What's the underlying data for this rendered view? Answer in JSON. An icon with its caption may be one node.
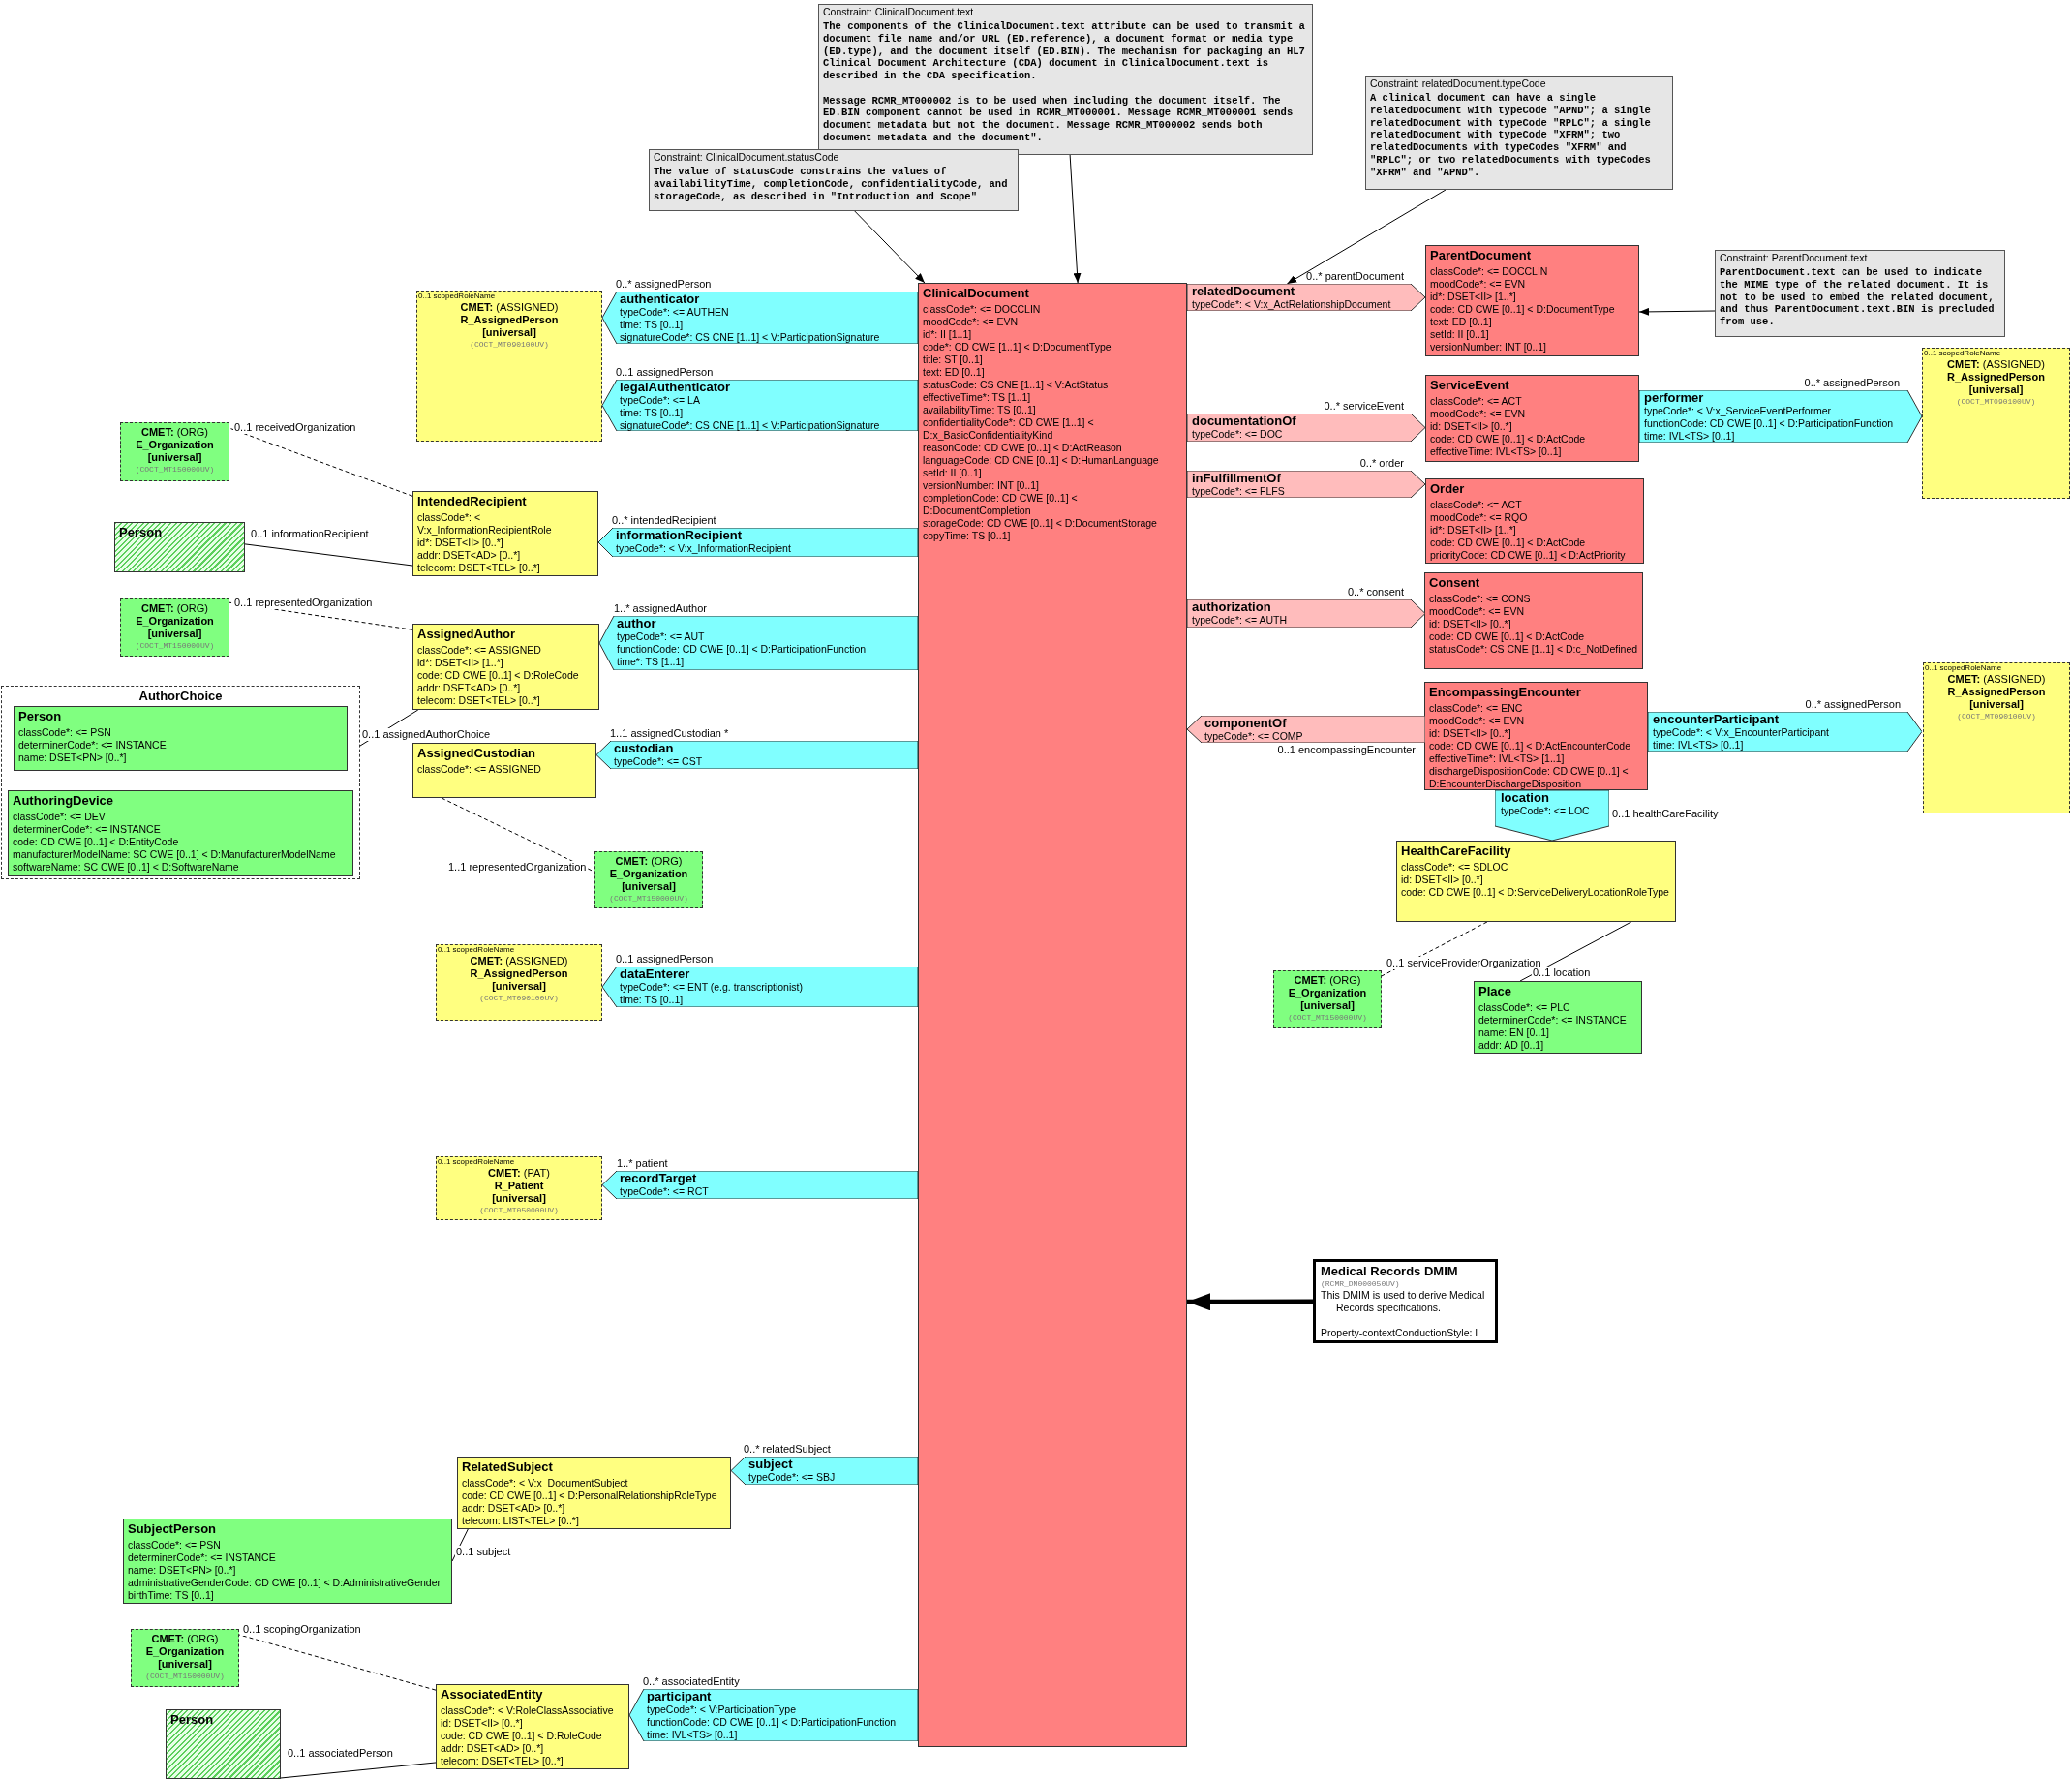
{
  "diagram": {
    "nodes": [
      {
        "text": [
          "Constraint: ClinicalDocument.text",
          "The components of the ClinicalDocument.text attribute can be used to transmit a document file name and/or URL (ED.reference), a document format or media type (ED.type), and the document itself (ED.BIN). The mechanism for packaging an HL7 Clinical Document Architecture (CDA) document in ClinicalDocument.text is described in the CDA specification.",
          "Message RCMR_MT000002 is to be used when including the document itself. The ED.BIN component cannot be used in RCMR_MT000001. Message RCMR_MT000001 sends document metadata but not the document. Message RCMR_MT000002 sends both document metadata and the document\"."
        ]
      },
      {
        "text": [
          "Constraint: relatedDocument.typeCode",
          "A clinical document can have a single relatedDocument with typeCode \"APND\"; a single relatedDocument with typeCode \"RPLC\"; a single relatedDocument with typeCode \"XFRM\"; two relatedDocuments with typeCodes \"XFRM\" and \"RPLC\"; or two relatedDocuments with typeCodes \"XFRM\" and \"APND\"."
        ]
      },
      {
        "text": [
          "Constraint: ClinicalDocument.statusCode",
          "The value of statusCode constrains the values of availabilityTime, completionCode, confidentialityCode, and storageCode, as described in \"Introduction and Scope\""
        ]
      },
      {
        "text": [
          "ParentDocument",
          "classCode*: <= DOCCLIN",
          "moodCode*: <= EVN",
          "id*: DSET<II> [1..*]",
          "code: CD CWE [0..1] < D:DocumentType",
          "text: ED [0..1]",
          "setId: II [0..1]",
          "versionNumber: INT [0..1]"
        ]
      },
      {
        "text": [
          "Constraint: ParentDocument.text",
          "ParentDocument.text can be used to indicate the MIME type of the related document. It is not to be used to embed the related document, and thus ParentDocument.text.BIN is precluded from use."
        ]
      },
      {
        "text": [
          "ClinicalDocument",
          "classCode*: <= DOCCLIN",
          "moodCode*: <= EVN",
          "id*: II [1..1]",
          "code*: CD CWE [1..1] < D:DocumentType",
          "title: ST [0..1]",
          "text: ED [0..1]",
          "statusCode: CS CNE [1..1] < V:ActStatus",
          "effectiveTime*: TS [1..1]",
          "availabilityTime: TS [0..1]",
          "confidentialityCode*: CD CWE [1..1] < D:x_BasicConfidentialityKind",
          "reasonCode: CD CWE [0..1] < D:ActReason",
          "languageCode: CD CNE [0..1] < D:HumanLanguage",
          "setId: II [0..1]",
          "versionNumber: INT [0..1]",
          "completionCode: CD CWE [0..1] < D:DocumentCompletion",
          "storageCode: CD CWE [0..1] < D:DocumentStorage",
          "copyTime: TS [0..1]"
        ]
      },
      {
        "text": [
          "0..1 scopedRoleName",
          "**CMET:** (ASSIGNED)",
          "R_AssignedPerson",
          "[universal]",
          "(COCT_MT090100UV)"
        ]
      },
      {
        "text": [
          "authenticator",
          "typeCode*: <= AUTHEN",
          "time: TS [0..1]",
          "signatureCode*: CS CNE [1..1] < V:ParticipationSignature"
        ],
        "beside": [
          "0..* assignedPerson"
        ]
      },
      {
        "text": [
          "legalAuthenticator",
          "typeCode*: <= LA",
          "time: TS [0..1]",
          "signatureCode*: CS CNE [1..1] < V:ParticipationSignature"
        ],
        "beside": [
          "0..1 assignedPerson"
        ]
      },
      {
        "text": [
          "relatedDocument",
          "typeCode*: < V:x_ActRelationshipDocument"
        ],
        "beside": [
          "0..* parentDocument"
        ]
      },
      {
        "text": [
          "ServiceEvent",
          "classCode*: <= ACT",
          "moodCode*: <= EVN",
          "id: DSET<II> [0..*]",
          "code: CD CWE [0..1] < D:ActCode",
          "effectiveTime: IVL<TS> [0..1]"
        ]
      },
      {
        "text": [
          "documentationOf",
          "typeCode*: <= DOC"
        ],
        "beside": [
          "0..* serviceEvent"
        ]
      },
      {
        "text": [
          "performer",
          "typeCode*: < V:x_ServiceEventPerformer",
          "functionCode: CD CWE [0..1] < D:ParticipationFunction",
          "time: IVL<TS> [0..1]"
        ],
        "beside": [
          "0..* assignedPerson"
        ]
      },
      {
        "text": [
          "0..1 scopedRoleName",
          "**CMET:** (ASSIGNED)",
          "R_AssignedPerson",
          "[universal]",
          "(COCT_MT090100UV)"
        ]
      },
      {
        "text": [
          "**CMET:** (ORG)",
          "E_Organization",
          "[universal]",
          "(COCT_MT150000UV)"
        ]
      },
      {
        "text": [
          "IntendedRecipient",
          "classCode*: < V:x_InformationRecipientRole",
          "id*: DSET<II> [0..*]",
          "addr: DSET<AD> [0..*]",
          "telecom: DSET<TEL> [0..*]"
        ]
      },
      {
        "text": [
          "Order",
          "classCode*: <= ACT",
          "moodCode*: <= RQO",
          "id*: DSET<II> [1..*]",
          "code: CD CWE [0..1] < D:ActCode",
          "priorityCode: CD CWE [0..1] < D:ActPriority"
        ]
      },
      {
        "text": [
          "inFulfillmentOf",
          "typeCode*: <= FLFS"
        ],
        "beside": [
          "0..* order"
        ]
      },
      {
        "text": [
          "Person"
        ]
      },
      {
        "text": [
          "informationRecipient",
          "typeCode*: < V:x_InformationRecipient"
        ],
        "beside": [
          "0..* intendedRecipient"
        ]
      },
      {
        "text": [
          "Consent",
          "classCode*: <= CONS",
          "moodCode*: <= EVN",
          "id: DSET<II> [0..*]",
          "code: CD CWE [0..1] < D:ActCode",
          "statusCode*: CS CNE [1..1] < D:c_NotDefined"
        ]
      },
      {
        "text": [
          "authorization",
          "typeCode*: <= AUTH"
        ],
        "beside": [
          "0..* consent"
        ]
      },
      {
        "text": [
          "**CMET:** (ORG)",
          "E_Organization",
          "[universal]",
          "(COCT_MT150000UV)"
        ]
      },
      {
        "text": [
          "AssignedAuthor",
          "classCode*: <= ASSIGNED",
          "id*: DSET<II> [1..*]",
          "code: CD CWE [0..1] < D:RoleCode",
          "addr: DSET<AD> [0..*]",
          "telecom: DSET<TEL> [0..*]"
        ]
      },
      {
        "text": [
          "author",
          "typeCode*: <= AUT",
          "functionCode: CD CWE [0..1] < D:ParticipationFunction",
          "time*: TS [1..1]"
        ],
        "beside": [
          "1..* assignedAuthor"
        ]
      },
      {
        "text": [
          "AuthorChoice"
        ]
      },
      {
        "in": 25,
        "text": [
          "Person",
          "classCode*: <= PSN",
          "determinerCode*: <= INSTANCE",
          "name: DSET<PN> [0..*]"
        ]
      },
      {
        "in": 25,
        "text": [
          "AuthoringDevice",
          "classCode*: <= DEV",
          "determinerCode*: <= INSTANCE",
          "code: CD CWE [0..1] < D:EntityCode",
          "manufacturerModelName: SC CWE [0..1] < D:ManufacturerModelName",
          "softwareName: SC CWE [0..1] < D:SoftwareName"
        ]
      },
      {
        "text": [
          "EncompassingEncounter",
          "classCode*: <= ENC",
          "moodCode*: <= EVN",
          "id: DSET<II> [0..*]",
          "code: CD CWE [0..1] < D:ActEncounterCode",
          "effectiveTime*: IVL<TS> [1..1]",
          "dischargeDispositionCode: CD CWE [0..1] < D:EncounterDischargeDisposition"
        ]
      },
      {
        "text": [
          "componentOf",
          "typeCode*: <= COMP"
        ],
        "beside": [
          "0..1 encompassingEncounter"
        ]
      },
      {
        "text": [
          "encounterParticipant",
          "typeCode*: < V:x_EncounterParticipant",
          "time: IVL<TS> [0..1]"
        ],
        "beside": [
          "0..* assignedPerson"
        ]
      },
      {
        "text": [
          "0..1 scopedRoleName",
          "**CMET:** (ASSIGNED)",
          "R_AssignedPerson",
          "[universal]",
          "(COCT_MT090100UV)"
        ]
      },
      {
        "text": [
          "AssignedCustodian",
          "classCode*: <= ASSIGNED"
        ]
      },
      {
        "text": [
          "custodian",
          "typeCode*: <= CST"
        ],
        "beside": [
          "1..1 assignedCustodian *"
        ]
      },
      {
        "text": [
          "location",
          "typeCode*: <= LOC"
        ],
        "beside": [
          "0..1 healthCareFacility"
        ]
      },
      {
        "text": [
          "HealthCareFacility",
          "classCode*: <= SDLOC",
          "id: DSET<II> [0..*]",
          "code: CD CWE [0..1] < D:ServiceDeliveryLocationRoleType"
        ]
      },
      {
        "text": [
          "**CMET:** (ORG)",
          "E_Organization",
          "[universal]",
          "(COCT_MT150000UV)"
        ]
      },
      {
        "text": [
          "0..1 scopedRoleName",
          "**CMET:** (ASSIGNED)",
          "R_AssignedPerson",
          "[universal]",
          "(COCT_MT090100UV)"
        ]
      },
      {
        "text": [
          "dataEnterer",
          "typeCode*: <= ENT (e.g. transcriptionist)",
          "time: TS [0..1]"
        ],
        "beside": [
          "0..1 assignedPerson"
        ]
      },
      {
        "text": [
          "**CMET:** (ORG)",
          "E_Organization",
          "[universal]",
          "(COCT_MT150000UV)"
        ]
      },
      {
        "text": [
          "Place",
          "classCode*: <= PLC",
          "determinerCode*: <= INSTANCE",
          "name: EN [0..1]",
          "addr: AD [0..1]"
        ]
      },
      {
        "text": [
          "0..1 scopedRoleName",
          "**CMET:** (PAT)",
          "R_Patient",
          "[universal]",
          "(COCT_MT050000UV)"
        ]
      },
      {
        "text": [
          "recordTarget",
          "typeCode*: <= RCT"
        ],
        "beside": [
          "1..* patient"
        ]
      },
      {
        "text": [
          "Medical Records DMIM",
          "(RCMR_DM000050UV)",
          "This DMIM is used to derive Medical Records specifications.",
          "Property-contextConductionStyle: I"
        ]
      },
      {
        "text": [
          "RelatedSubject",
          "classCode*: < V:x_DocumentSubject",
          "code: CD CWE [0..1] < D:PersonalRelationshipRoleType",
          "addr: DSET<AD> [0..*]",
          "telecom: LIST<TEL> [0..*]"
        ]
      },
      {
        "text": [
          "subject",
          "typeCode*: <= SBJ"
        ],
        "beside": [
          "0..* relatedSubject"
        ]
      },
      {
        "text": [
          "SubjectPerson",
          "classCode*: <= PSN",
          "determinerCode*: <= INSTANCE",
          "name: DSET<PN> [0..*]",
          "administrativeGenderCode: CD CWE [0..1] < D:AdministrativeGender",
          "birthTime: TS [0..1]"
        ]
      },
      {
        "text": [
          "**CMET:** (ORG)",
          "E_Organization",
          "[universal]",
          "(COCT_MT150000UV)"
        ]
      },
      {
        "text": [
          "AssociatedEntity",
          "classCode*: < V:RoleClassAssociative",
          "id: DSET<II> [0..*]",
          "code: CD CWE [0..1] < D:RoleCode",
          "addr: DSET<AD> [0..*]",
          "telecom: DSET<TEL> [0..*]"
        ]
      },
      {
        "text": [
          "participant",
          "typeCode*: < V:ParticipationType",
          "functionCode: CD CWE [0..1] < D:ParticipationFunction",
          "time: IVL<TS> [0..1]"
        ],
        "beside": [
          "0..* associatedEntity"
        ]
      },
      {
        "text": [
          "Person"
        ]
      }
    ],
    "edges": [
      {
        "from": 2,
        "to": 5,
        "arrow": "to"
      },
      {
        "from": 0,
        "to": 5,
        "arrow": "to"
      },
      {
        "from": 1,
        "to": 9,
        "arrow": "to"
      },
      {
        "from": 4,
        "to": 3,
        "arrow": "to"
      },
      {
        "from": 15,
        "to": 14,
        "arrow": "none",
        "style": "dashed",
        "label": "0..1 receivedOrganization"
      },
      {
        "from": 15,
        "to": 18,
        "arrow": "none",
        "label": "0..1 informationRecipient"
      },
      {
        "from": 23,
        "to": 22,
        "arrow": "none",
        "style": "dashed",
        "label": "0..1 representedOrganization"
      },
      {
        "from": 23,
        "to": 25,
        "arrow": "none",
        "label": "0..1 assignedAuthorChoice"
      },
      {
        "from": 32,
        "to": 36,
        "arrow": "none",
        "style": "dashed",
        "label": "1..1 representedOrganization"
      },
      {
        "from": 35,
        "to": 39,
        "arrow": "none",
        "style": "dashed",
        "label": "0..1 serviceProviderOrganization"
      },
      {
        "from": 35,
        "to": 40,
        "arrow": "none",
        "label": "0..1 location"
      },
      {
        "from": 43,
        "to": 5,
        "arrow": "to",
        "style": "thick"
      },
      {
        "from": 44,
        "to": 46,
        "arrow": "none",
        "label": "0..1 subject"
      },
      {
        "from": 48,
        "to": 47,
        "arrow": "none",
        "style": "dashed",
        "label": "0..1 scopingOrganization"
      },
      {
        "from": 48,
        "to": 50,
        "arrow": "none",
        "label": "0..1 associatedPerson"
      }
    ]
  }
}
